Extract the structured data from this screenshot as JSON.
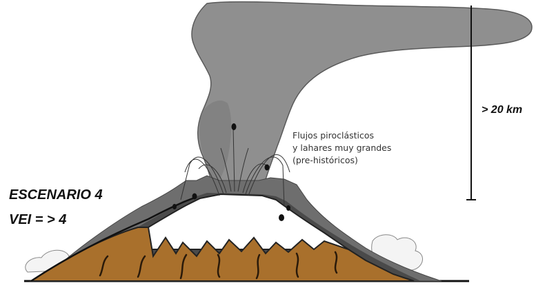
{
  "scenario": {
    "title": "ESCENARIO 4",
    "vei": "VEI = > 4"
  },
  "height_label": "> 20 km",
  "flow_label": {
    "line1": "Flujos piroclásticos",
    "line2": "y lahares muy grandes",
    "line3": "(pre-históricos)"
  },
  "colors": {
    "plume": "#8f8f8f",
    "plume_dark": "#7a7a7a",
    "cone_outer": "#6e6e6e",
    "cone_mid": "#4a4a4a",
    "snow": "#ffffff",
    "rock": "#a9702c",
    "cracks": "#2a1a0a"
  },
  "icons": [
    "plume-cloud",
    "volcano-cone",
    "snow-cap",
    "ballistic-bomb",
    "height-scale-bar"
  ]
}
